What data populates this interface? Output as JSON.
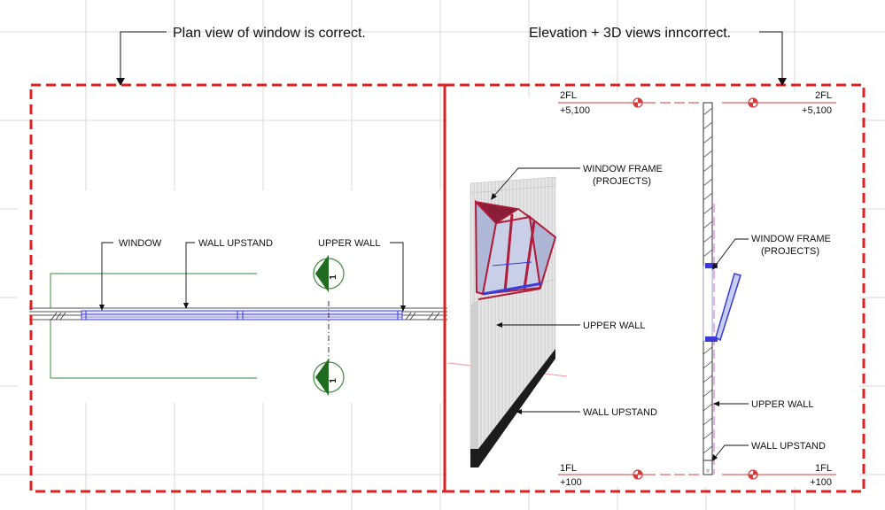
{
  "captions": {
    "plan": "Plan view of window is correct.",
    "elevation": "Elevation + 3D views inncorrect."
  },
  "plan_labels": {
    "window": "WINDOW",
    "wall_upstand": "WALL UPSTAND",
    "upper_wall": "UPPER WALL",
    "section_tag_top": "1",
    "section_tag_bottom": "1"
  },
  "view3d_labels": {
    "window_frame": "WINDOW FRAME",
    "window_frame_note": "(PROJECTS)",
    "upper_wall": "UPPER WALL",
    "wall_upstand": "WALL UPSTAND"
  },
  "section_labels": {
    "window_frame": "WINDOW FRAME",
    "window_frame_note": "(PROJECTS)",
    "upper_wall": "UPPER WALL",
    "wall_upstand": "WALL UPSTAND"
  },
  "levels": {
    "top_name": "2FL",
    "top_value": "+5,100",
    "bottom_name": "1FL",
    "bottom_value": "+100"
  },
  "colors": {
    "dash_border": "#e02020",
    "grid": "#d9d9d9",
    "level_line": "#d63b3b",
    "plan_outline": "#3e8a3e",
    "window_blue": "#3a3ad8",
    "frame_red": "#b01c3a",
    "wall_grey": "#e3e3e3"
  }
}
